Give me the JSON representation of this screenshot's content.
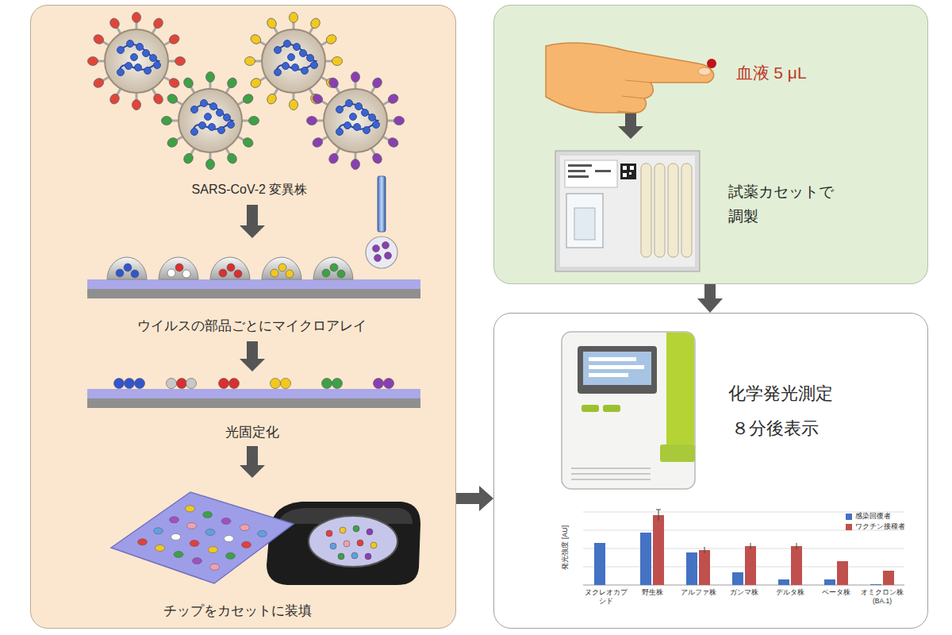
{
  "diagram": {
    "nodes": [
      {
        "text": [
          "SARS-CoV-2 変異株",
          "ウイルスの部品ごとにマイクロアレイ",
          "光固定化",
          "チップをカセットに装填"
        ]
      },
      {
        "text": [
          "血液 5 μL",
          "試薬カセットで 調製"
        ]
      },
      {
        "text": [
          "化学発光測定",
          "８分後表示"
        ]
      }
    ],
    "edges": [
      {
        "from": 0,
        "to": 2,
        "arrow": "to"
      },
      {
        "from": 1,
        "to": 2,
        "arrow": "to"
      }
    ],
    "labels": [
      "発光強度 [AU]",
      "ヌクレオカプシド",
      "野生株",
      "アルファ株",
      "ガンマ株",
      "デルタ株",
      "ベータ株",
      "オミクロン株 (BA.1)"
    ],
    "legend": [
      {
        "text": "感染回復者",
        "color": "#4472c4"
      },
      {
        "text": "ワクチン接種者",
        "color": "#c0504d"
      }
    ]
  }
}
